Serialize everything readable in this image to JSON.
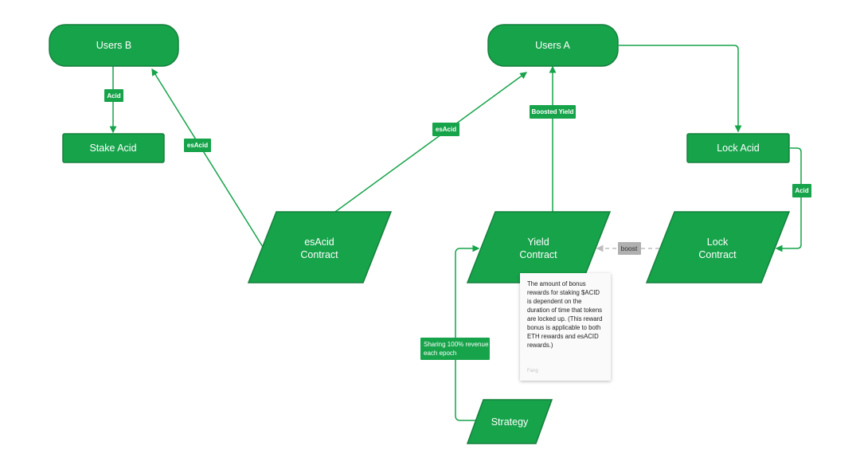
{
  "colors": {
    "node_fill": "#16a34a",
    "node_stroke": "#15803d",
    "edge": "#16a34a",
    "boost_edge": "#bdbdbd",
    "boost_label_bg": "#b0b0b0",
    "text_on_node": "#ffffff"
  },
  "nodes": {
    "users_b": "Users B",
    "users_a": "Users A",
    "stake_acid": "Stake Acid",
    "lock_acid": "Lock Acid",
    "esacid_contract": [
      "esAcid",
      "Contract"
    ],
    "yield_contract": [
      "Yield",
      "Contract"
    ],
    "lock_contract": [
      "Lock",
      "Contract"
    ],
    "strategy": "Strategy"
  },
  "edge_labels": {
    "acid_to_stake": "Acid",
    "esacid_to_users_b": "esAcid",
    "esacid_to_users_a": "esAcid",
    "boosted_yield": "Boosted Yield",
    "acid_to_lock_contract": "Acid",
    "boost": "boost",
    "revenue": [
      "Sharing 100% revenue",
      "each epoch"
    ]
  },
  "note": {
    "text": "The amount of bonus rewards for staking $ACID is dependent on the duration of time that tokens are locked up. (This reward bonus is applicable to both ETH rewards and esACID rewards.)",
    "author": "Fang"
  }
}
